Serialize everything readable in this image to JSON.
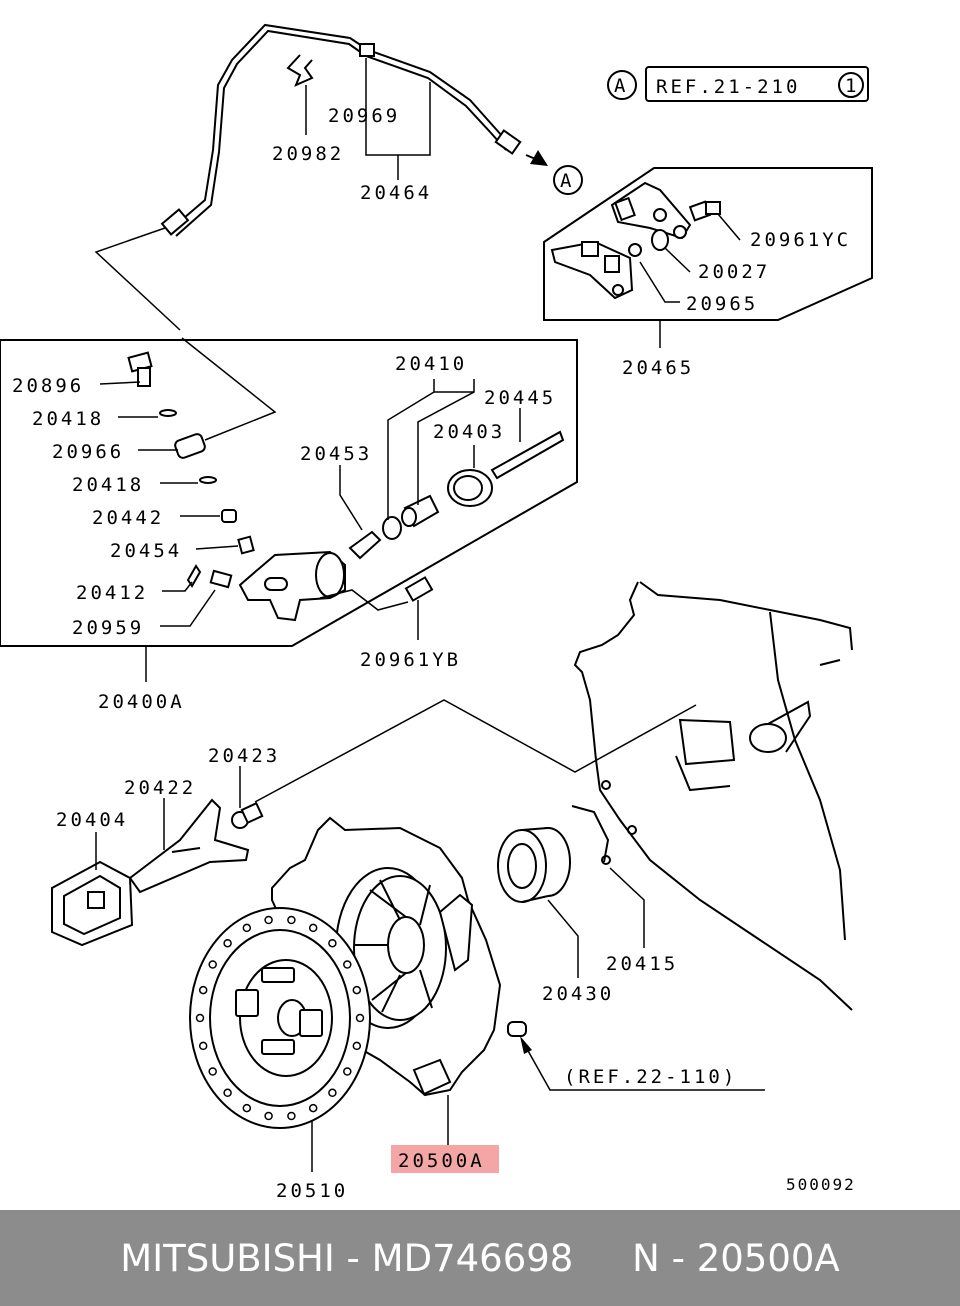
{
  "diagram": {
    "ref_box_marker": "A",
    "ref_box_text": "REF.21-210",
    "ref_box_index": "1",
    "arrow_marker": "A",
    "ref_note_bottom": "(REF.22-110)",
    "drawing_number": "500092",
    "highlight_color": "#f4a6a6",
    "parts": {
      "p20969": "20969",
      "p20982": "20982",
      "p20464": "20464",
      "p20961YC": "20961YC",
      "p20027": "20027",
      "p20965": "20965",
      "p20465": "20465",
      "p20896": "20896",
      "p20418a": "20418",
      "p20966": "20966",
      "p20418b": "20418",
      "p20442": "20442",
      "p20454": "20454",
      "p20412": "20412",
      "p20959": "20959",
      "p20400A": "20400A",
      "p20410": "20410",
      "p20445": "20445",
      "p20403": "20403",
      "p20453": "20453",
      "p20961YB": "20961YB",
      "p20423": "20423",
      "p20422": "20422",
      "p20404": "20404",
      "p20415": "20415",
      "p20430": "20430",
      "p20510": "20510",
      "p20500A": "20500A"
    }
  },
  "footer": {
    "brand": "MITSUBISHI",
    "separator1": " - ",
    "part_number": "MD746698",
    "gap": "     ",
    "ref_prefix": "N",
    "separator2": " - ",
    "ref_number": "20500A"
  }
}
